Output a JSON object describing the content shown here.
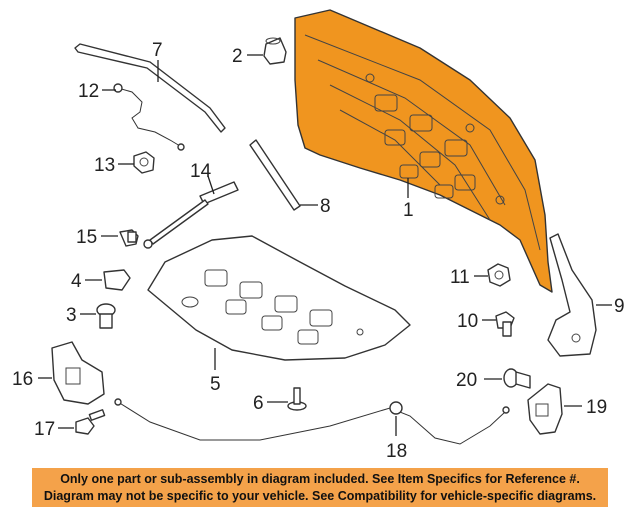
{
  "diagram": {
    "callouts": [
      "1",
      "2",
      "3",
      "4",
      "5",
      "6",
      "7",
      "8",
      "9",
      "10",
      "11",
      "12",
      "13",
      "14",
      "15",
      "16",
      "17",
      "18",
      "19",
      "20"
    ],
    "colors": {
      "highlight": "#f4a24a",
      "hood": "#f0951f",
      "line": "#333333"
    }
  },
  "notice": {
    "line1": "Only one part or sub-assembly in diagram included. See Item Specifics for Reference #.",
    "line2": "Diagram may not be specific to your vehicle. See Compatibility for vehicle-specific diagrams."
  }
}
